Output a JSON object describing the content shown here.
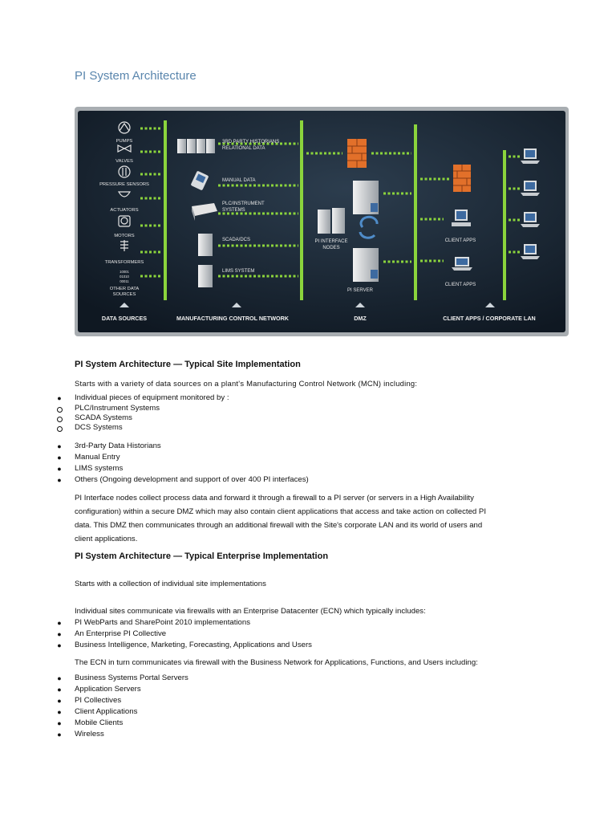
{
  "page_title": "PI System Architecture",
  "diagram": {
    "sources": [
      "PUMPS",
      "VALVES",
      "PRESSURE SENSORS",
      "ACTUATORS",
      "MOTORS",
      "TRANSFORMERS"
    ],
    "other_sources": [
      "OTHER DATA",
      "SOURCES"
    ],
    "binary_rows": [
      "10001",
      "01010",
      "00011"
    ],
    "network_items": [
      "3RD PARTY HISTORIANS",
      "RELATIONAL DATA",
      "MANUAL DATA",
      "PLC/INSTRUMENT",
      "SYSTEMS",
      "SCADA/DCS",
      "LIMS SYSTEM"
    ],
    "interface_nodes": [
      "PI INTERFACE",
      "NODES"
    ],
    "pi_server": "PI SERVER",
    "client_apps": "CLIENT APPS",
    "zones": [
      "DATA SOURCES",
      "MANUFACTURING CONTROL NETWORK",
      "DMZ",
      "CLIENT APPS / CORPORATE LAN"
    ],
    "colors": {
      "background": "#15202b",
      "link": "#8bd43c",
      "firewall": "#e2702a"
    }
  },
  "site_section": {
    "title": "PI System Architecture — Typical Site Implementation",
    "intro": "Starts with a variety of data sources on a plant's Manufacturing Control Network (MCN) including:",
    "list1": [
      {
        "bullet": "filled",
        "text": "Individual pieces of equipment monitored by :"
      },
      {
        "bullet": "circle",
        "text": "PLC/Instrument Systems"
      },
      {
        "bullet": "circle",
        "text": "SCADA Systems"
      },
      {
        "bullet": "circle",
        "text": "DCS Systems"
      }
    ],
    "list2": [
      "3rd-Party Data Historians",
      "Manual Entry",
      "LIMS systems",
      "Others (Ongoing development and support of over 400 PI interfaces)"
    ],
    "para_lines": [
      "PI Interface nodes collect process data and forward it through a firewall to a PI server (or servers in a High Availability",
      "configuration) within a secure DMZ which may also contain client applications that access and take action on collected PI",
      "data.  This DMZ then communicates through an additional firewall with the Site's corporate LAN and its world of users and",
      "client applications."
    ]
  },
  "enterprise_section": {
    "title": "PI System Architecture — Typical Enterprise Implementation",
    "intro": "Starts with a collection of individual site implementations",
    "ecn_intro": "Individual sites communicate via firewalls with an Enterprise Datacenter (ECN) which typically includes:",
    "ecn_list": [
      "PI WebParts and SharePoint 2010 implementations",
      "An Enterprise PI Collective",
      "Business Intelligence, Marketing, Forecasting, Applications and Users"
    ],
    "business_intro": "The ECN in turn communicates via firewall with the Business Network for Applications, Functions, and Users including:",
    "business_list": [
      "Business Systems Portal Servers",
      "Application Servers",
      "PI Collectives",
      "Client Applications",
      "Mobile Clients",
      "Wireless"
    ]
  }
}
